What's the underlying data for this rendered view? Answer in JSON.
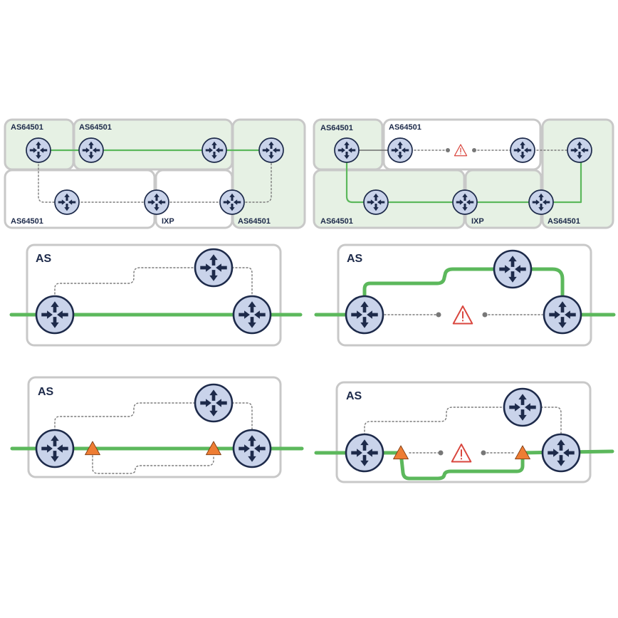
{
  "colors": {
    "router_fill": "#c9d3ea",
    "router_stroke": "#1d2a4a",
    "path_green": "#5cb85c",
    "box_fill_shaded": "#e6f1e4",
    "box_stroke": "#c8c8c8",
    "warning": "#d9463e",
    "triangle": "#ee7d34"
  },
  "panels": {
    "topleft": {
      "labels": {
        "as1": "AS64501",
        "as2": "AS64501",
        "as3": "AS64501",
        "ixp": "IXP",
        "as4": "AS64501"
      }
    },
    "topright": {
      "labels": {
        "as1": "AS64501",
        "as2": "AS64501",
        "as3": "AS64501",
        "ixp": "IXP",
        "as4": "AS64501"
      }
    },
    "midleft": {
      "labels": {
        "as": "AS"
      }
    },
    "midright": {
      "labels": {
        "as": "AS"
      }
    },
    "botleft": {
      "labels": {
        "as": "AS"
      }
    },
    "botright": {
      "labels": {
        "as": "AS"
      }
    }
  },
  "icons": {
    "router": "router-icon",
    "warning": "warning-triangle-icon",
    "marker": "orange-triangle-marker"
  }
}
